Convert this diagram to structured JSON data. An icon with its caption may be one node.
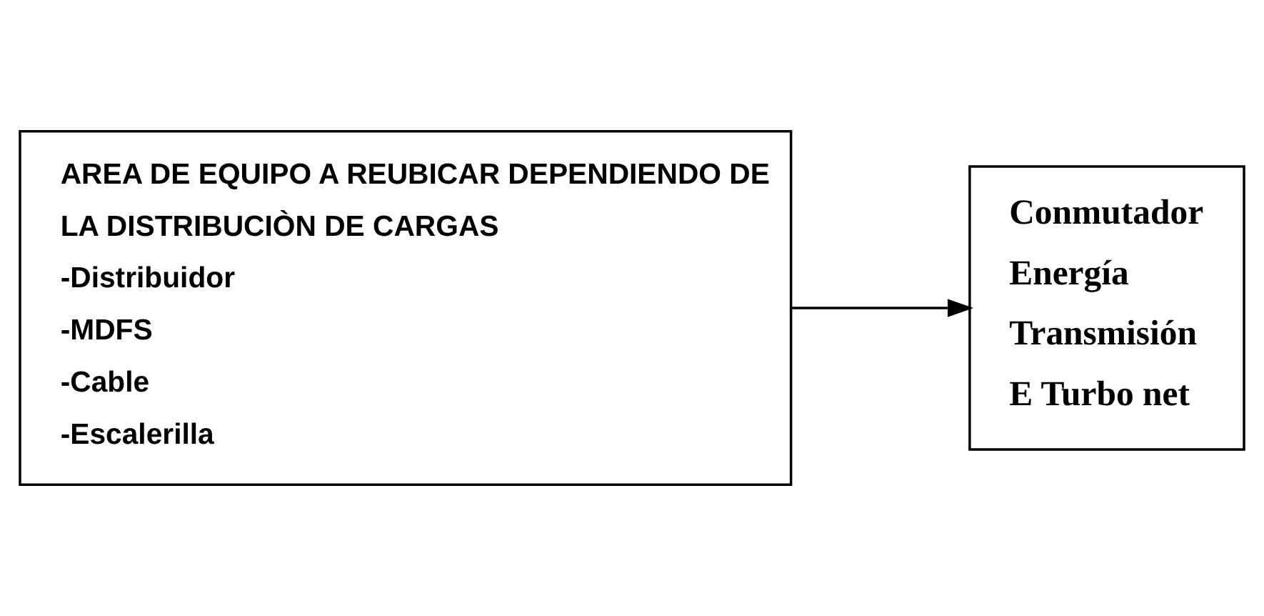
{
  "diagram": {
    "nodes": [
      {
        "text": [
          "AREA DE EQUIPO A REUBICAR DEPENDIENDO DE LA DISTRIBUCIÒN DE CARGAS",
          "-Distribuidor",
          "-MDFS",
          "-Cable",
          "-Escalerilla"
        ]
      },
      {
        "text": [
          "Conmutador",
          "Energía",
          "Transmisión",
          "E Turbo net"
        ]
      }
    ],
    "edges": [
      {
        "from": 0,
        "to": 1,
        "arrow": "to"
      }
    ]
  }
}
